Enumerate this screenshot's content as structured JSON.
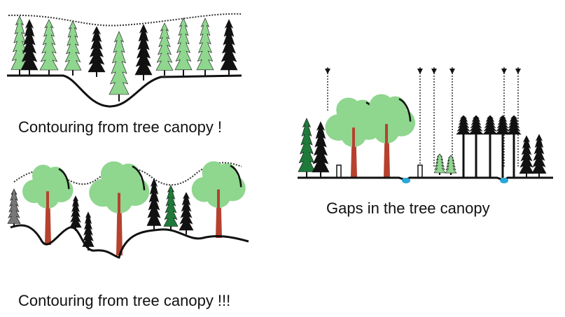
{
  "panels": {
    "top_left": {
      "caption": "Contouring from tree canopy !"
    },
    "right": {
      "caption": "Gaps in the tree canopy"
    },
    "bottom_left": {
      "caption": "Contouring from tree canopy !!!"
    }
  },
  "colors": {
    "light_green": "#8fd68f",
    "dark_green": "#1f7a3a",
    "trunk": "#b5412e",
    "black": "#111111",
    "water": "#2aa6d8"
  }
}
